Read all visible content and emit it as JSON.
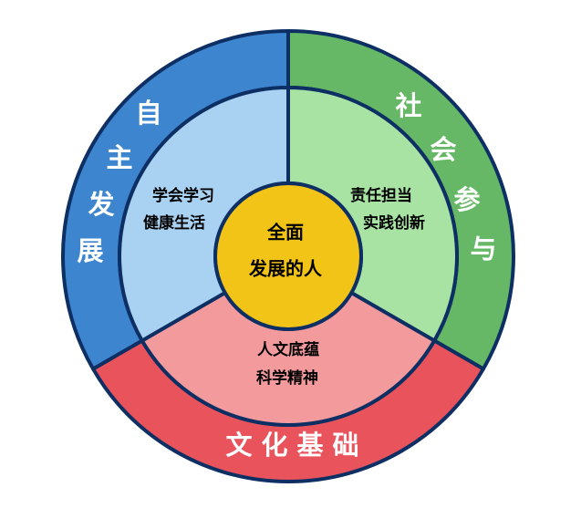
{
  "center": {
    "line1": "全面",
    "line2": "发展的人"
  },
  "outer": {
    "left": {
      "label": "自主发展",
      "chars": [
        "自",
        "主",
        "发",
        "展"
      ]
    },
    "right": {
      "label": "社会参与",
      "chars": [
        "社",
        "会",
        "参",
        "与"
      ]
    },
    "bottom": {
      "label": "文化基础",
      "chars": [
        "文",
        "化",
        "基",
        "础"
      ]
    }
  },
  "inner": {
    "left": {
      "line1": "学会学习",
      "line2": "健康生活"
    },
    "right": {
      "line1": "责任担当",
      "line2": "实践创新"
    },
    "bottom": {
      "line1": "人文底蕴",
      "line2": "科学精神"
    }
  },
  "colors": {
    "outer_left": "#3d86cf",
    "outer_right": "#66b866",
    "outer_bottom": "#e9535c",
    "inner_left": "#a9d2f2",
    "inner_right": "#a8e3a4",
    "inner_bottom": "#f39a9d",
    "center": "#f2c418",
    "stroke": "#0d2f63",
    "outer_text": "#ffffff",
    "inner_text": "#000000"
  }
}
